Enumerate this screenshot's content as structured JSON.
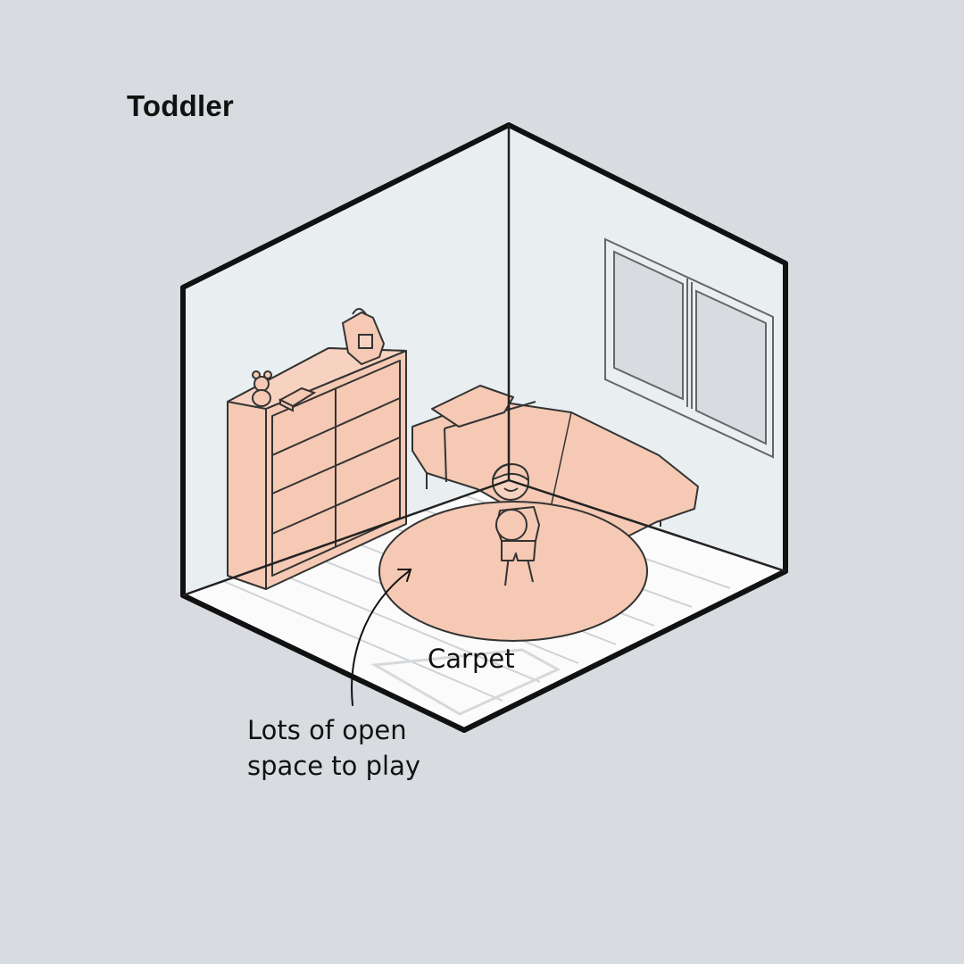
{
  "title": "Toddler",
  "annotations": {
    "carpet": "Carpet",
    "open_space_line1": "Lots of open",
    "open_space_line2": "space to play"
  },
  "colors": {
    "background": "#d8dce0",
    "wall": "#e9eef1",
    "furniture": "#f5c9b3",
    "outline": "#111111",
    "floor": "#ffffff"
  }
}
